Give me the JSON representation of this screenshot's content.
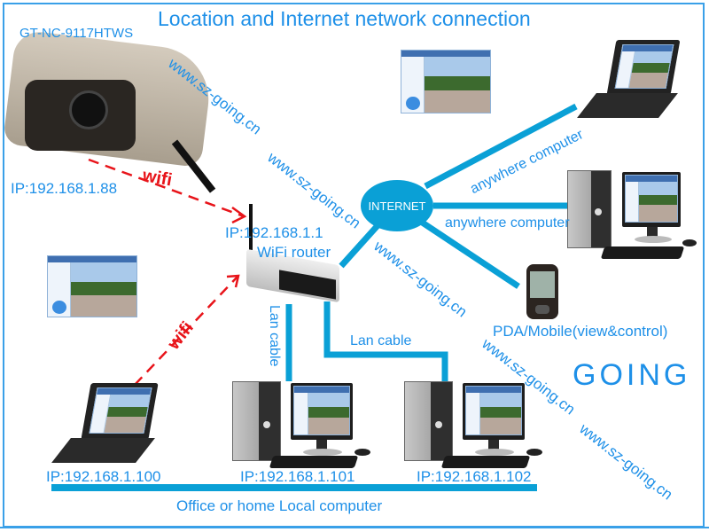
{
  "title": "Location and Internet network connection",
  "camera": {
    "model": "GT-NC-9117HTWS",
    "ip": "IP:192.168.1.88"
  },
  "router": {
    "ip": "IP:192.168.1.1",
    "label": "WiFi router"
  },
  "internet": {
    "label": "INTERNET"
  },
  "links": {
    "wifi_camera": "wifi",
    "wifi_laptop": "wifi",
    "lan_cable_1": "Lan cable",
    "lan_cable_2": "Lan cable",
    "remote_laptop": "anywhere computer",
    "remote_desktop": "anywhere computer",
    "mobile": "PDA/Mobile(view&control)"
  },
  "local": {
    "laptop_ip": "IP:192.168.1.100",
    "desktop1_ip": "IP:192.168.1.101",
    "desktop2_ip": "IP:192.168.1.102",
    "network_label": "Office or home Local computer"
  },
  "watermark": "www.sz-going.cn",
  "logo": "GOING",
  "colors": {
    "accent_blue": "#1e90e8",
    "line_blue": "#0aa0d6",
    "wifi_red": "#e8141a"
  }
}
